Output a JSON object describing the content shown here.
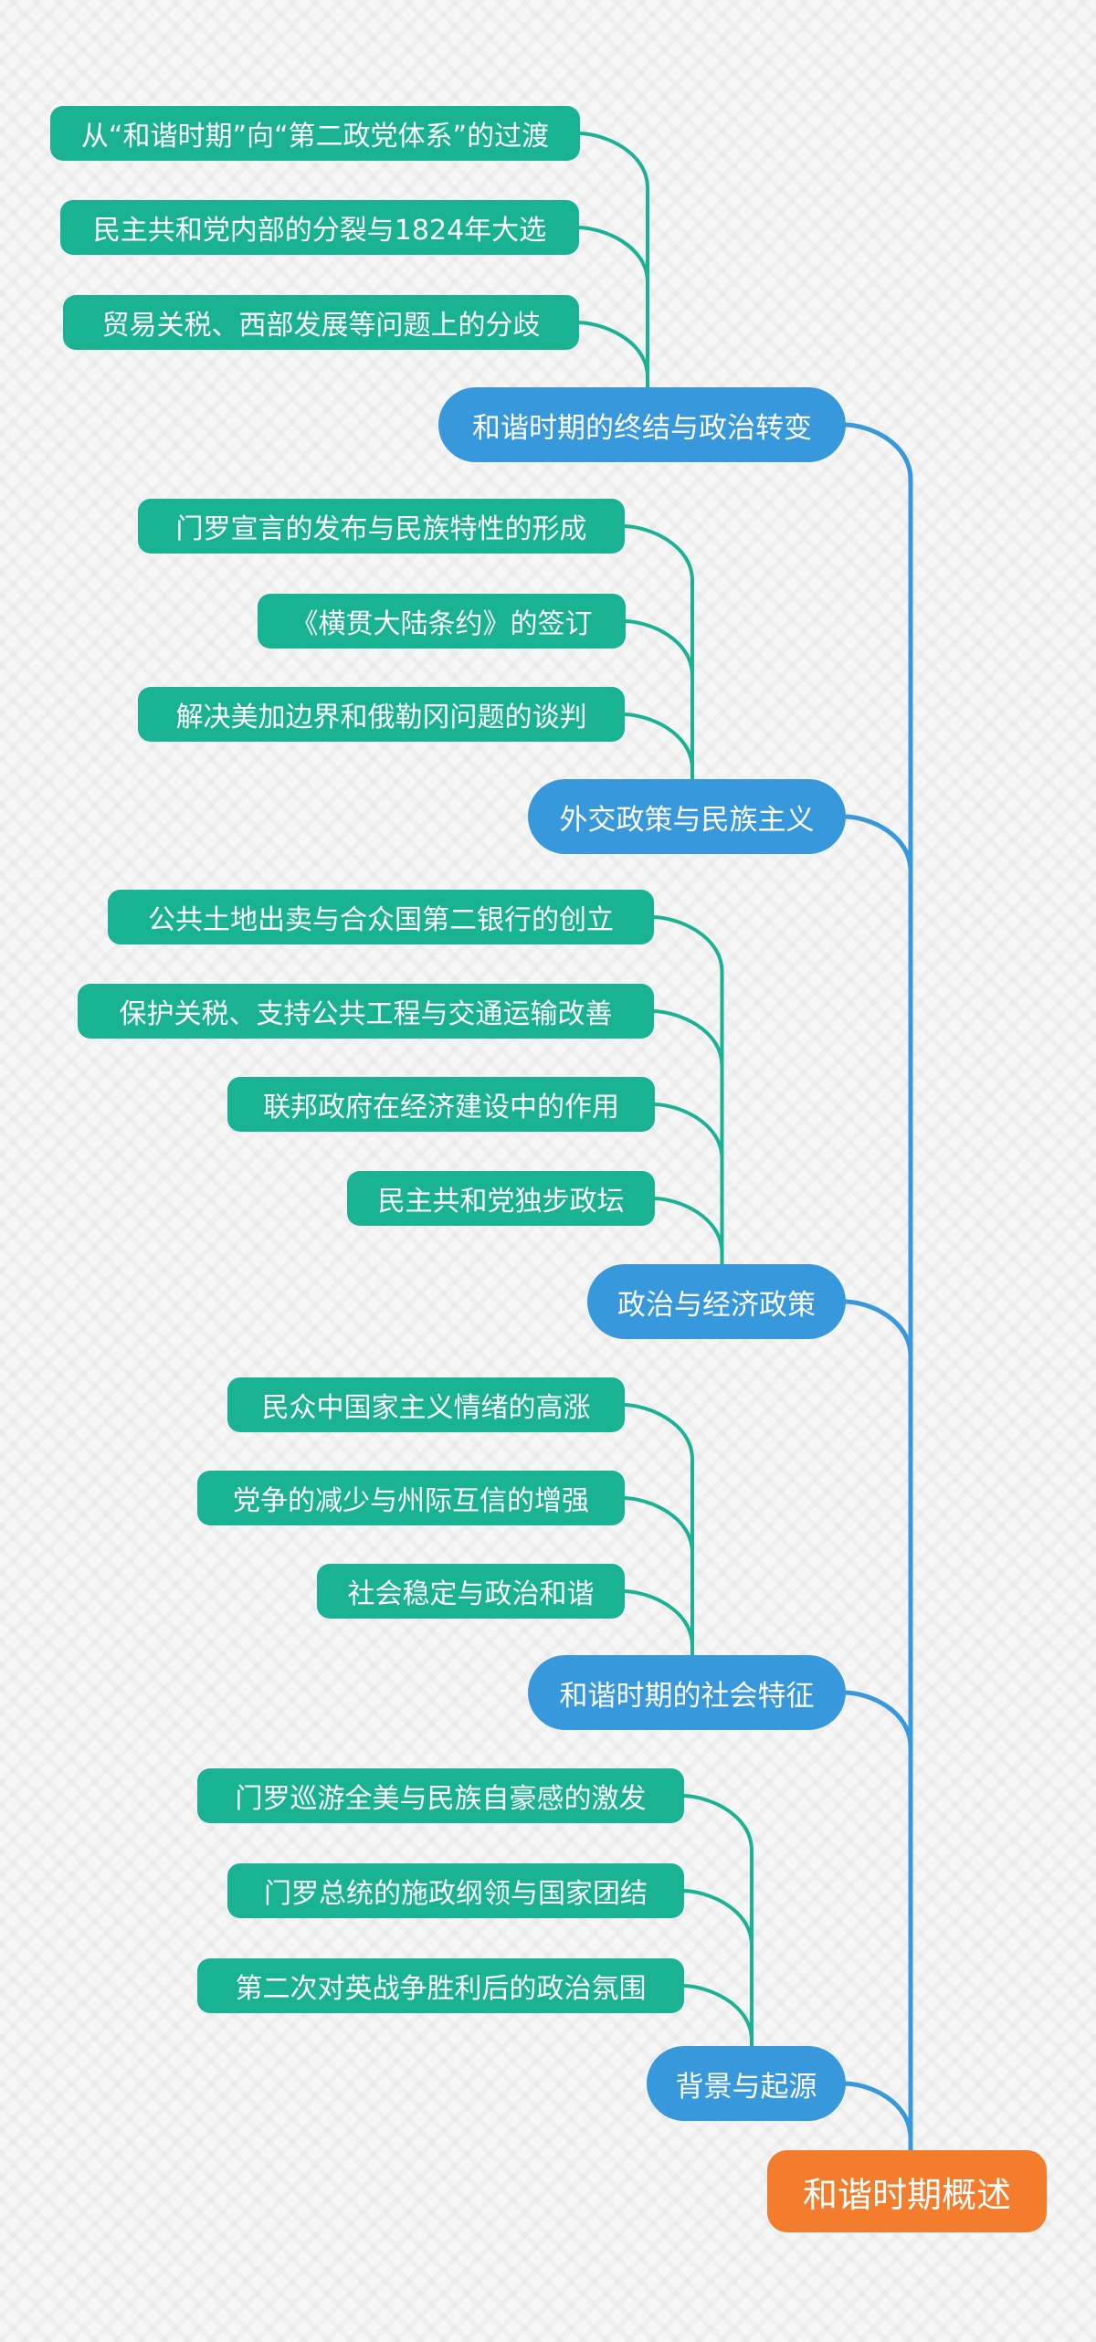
{
  "root": {
    "label": "和谐时期概述"
  },
  "branches": [
    {
      "label": "和谐时期的终结与政治转变",
      "children": [
        "从“和谐时期”向“第二政党体系”的过渡",
        "民主共和党内部的分裂与1824年大选",
        "贸易关税、西部发展等问题上的分歧"
      ]
    },
    {
      "label": "外交政策与民族主义",
      "children": [
        "门罗宣言的发布与民族特性的形成",
        "《横贯大陆条约》的签订",
        "解决美加边界和俄勒冈问题的谈判"
      ]
    },
    {
      "label": "政治与经济政策",
      "children": [
        "公共土地出卖与合众国第二银行的创立",
        "保护关税、支持公共工程与交通运输改善",
        "联邦政府在经济建设中的作用",
        "民主共和党独步政坛"
      ]
    },
    {
      "label": "和谐时期的社会特征",
      "children": [
        "民众中国家主义情绪的高涨",
        "党争的减少与州际互信的增强",
        "社会稳定与政治和谐"
      ]
    },
    {
      "label": "背景与起源",
      "children": [
        "门罗巡游全美与民族自豪感的激发",
        "门罗总统的施政纲领与国家团结",
        "第二次对英战争胜利后的政治氛围"
      ]
    }
  ],
  "colors": {
    "root": "#f47c2d",
    "branch": "#3898dc",
    "leaf": "#19b293",
    "link_branch": "#3898dc",
    "link_leaf": "#19b293"
  }
}
